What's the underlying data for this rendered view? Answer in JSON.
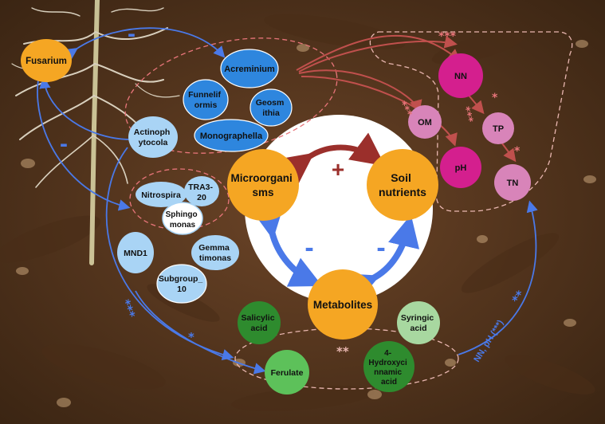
{
  "nodes": {
    "fusarium": "Fusarium",
    "acreminium": "Acreminium",
    "funnelif": [
      "Funnelif",
      "ormis"
    ],
    "geosm": [
      "Geosm",
      "ithia"
    ],
    "monographella": "Monographella",
    "actinoph": [
      "Actinoph",
      "ytocola"
    ],
    "nitrospira": "Nitrospira",
    "tra3": [
      "TRA3-",
      "20"
    ],
    "sphingo": [
      "Sphingo",
      "monas"
    ],
    "mnd1": "MND1",
    "gemma": [
      "Gemma",
      "timonas"
    ],
    "subgroup": [
      "Subgroup_",
      "10"
    ],
    "salicylic": [
      "Salicylic",
      "acid"
    ],
    "ferulate": "Ferulate",
    "syringic": [
      "Syringic",
      "acid"
    ],
    "hydroxy": [
      "4-",
      "Hydroxyci",
      "nnamic",
      "acid"
    ],
    "nn": "NN",
    "om": "OM",
    "tp": "TP",
    "ph": "pH",
    "tn": "TN",
    "microorganisms": [
      "Microorgani",
      "sms"
    ],
    "soil": [
      "Soil",
      "nutrients"
    ],
    "metabolites": "Metabolites"
  },
  "signs": {
    "plus": "+",
    "minus": "-"
  },
  "stars": {
    "nn_top": "***",
    "om": "***",
    "ph": "***",
    "tp": "*",
    "tn": "*",
    "left_three": "***",
    "left_one": "*",
    "bottom_two": "**",
    "right_two": "**"
  },
  "annotations": {
    "nn_ph": "NN, pH (***)"
  },
  "colors": {
    "orange": "#F5A623",
    "blue_dark": "#2E86DE",
    "blue_light": "#A9D4F5",
    "magenta": "#D41F8E",
    "pink": "#D884B9",
    "green_dark": "#2E8B2E",
    "green_mid": "#5DC15A",
    "green_light": "#A8D8A0",
    "red_arrow": "#C0504D",
    "blue_arrow": "#4A79E8"
  }
}
